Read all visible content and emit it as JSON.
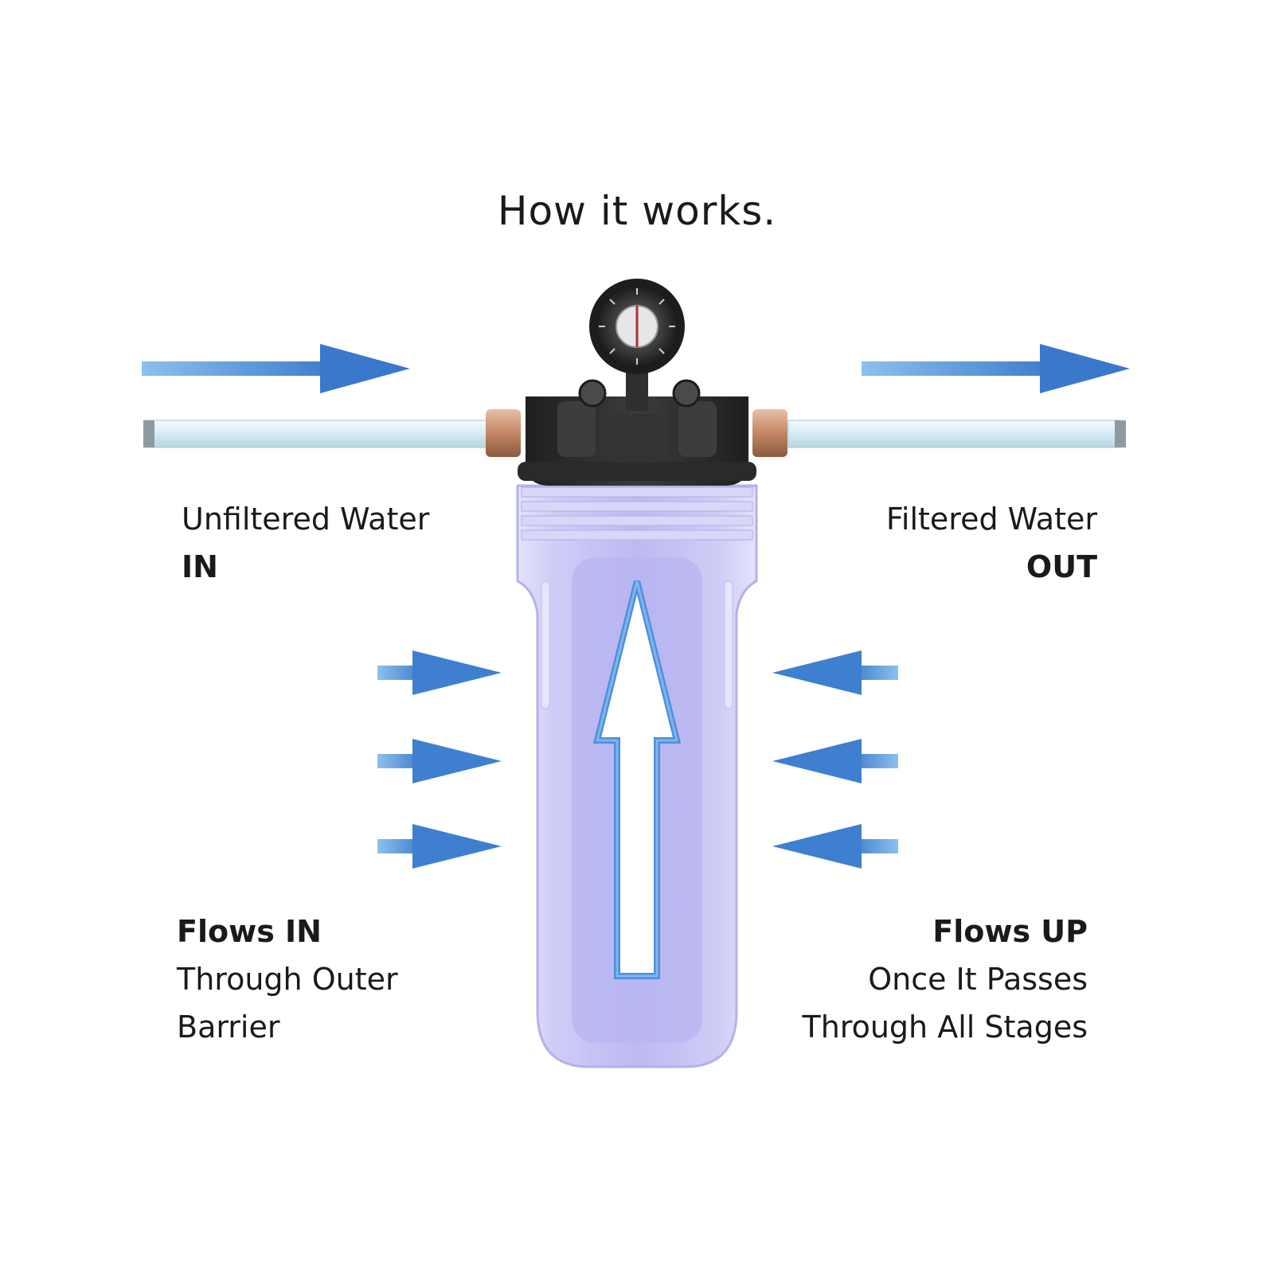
{
  "title": "How it works.",
  "inlet": {
    "line1": "Unfiltered Water",
    "line2": "IN"
  },
  "outlet": {
    "line1": "Filtered Water",
    "line2": "OUT"
  },
  "flows_in": {
    "heading": "Flows IN",
    "line1": "Through Outer",
    "line2": "Barrier"
  },
  "flows_up": {
    "heading": "Flows UP",
    "line1": "Once It Passes",
    "line2": "Through All Stages"
  },
  "colors": {
    "arrow_blue": "#3f7fd0",
    "arrow_light": "#7eb3e6",
    "housing_purple": "#c9c6f5",
    "cap_black": "#2b2b2b",
    "pipe": "#dbeef6",
    "fitting_copper": "#c88f73"
  }
}
